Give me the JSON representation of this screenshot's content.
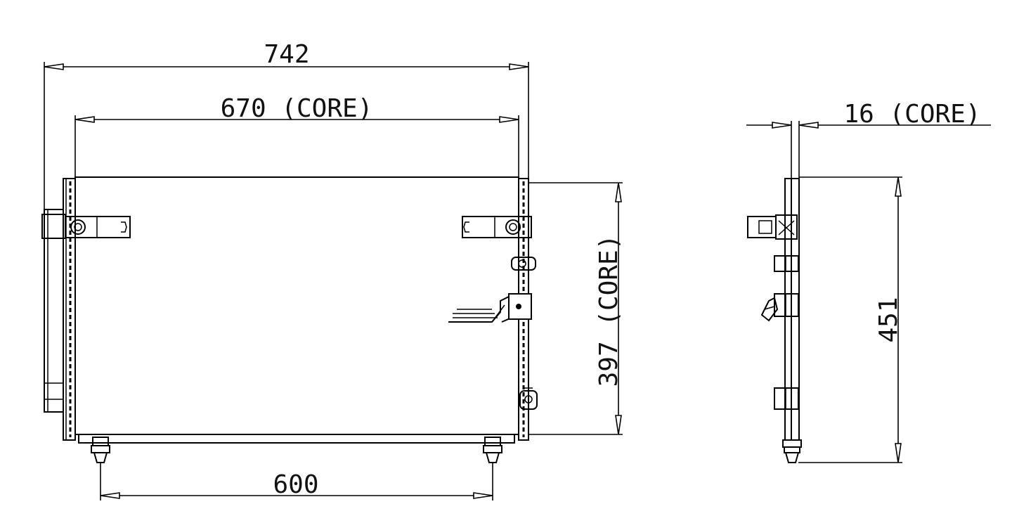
{
  "front_view": {
    "overall_width": "742",
    "core_width": "670 (CORE)",
    "core_height": "397 (CORE)",
    "mount_spacing": "600"
  },
  "side_view": {
    "core_depth": "16 (CORE)",
    "overall_height": "451"
  }
}
